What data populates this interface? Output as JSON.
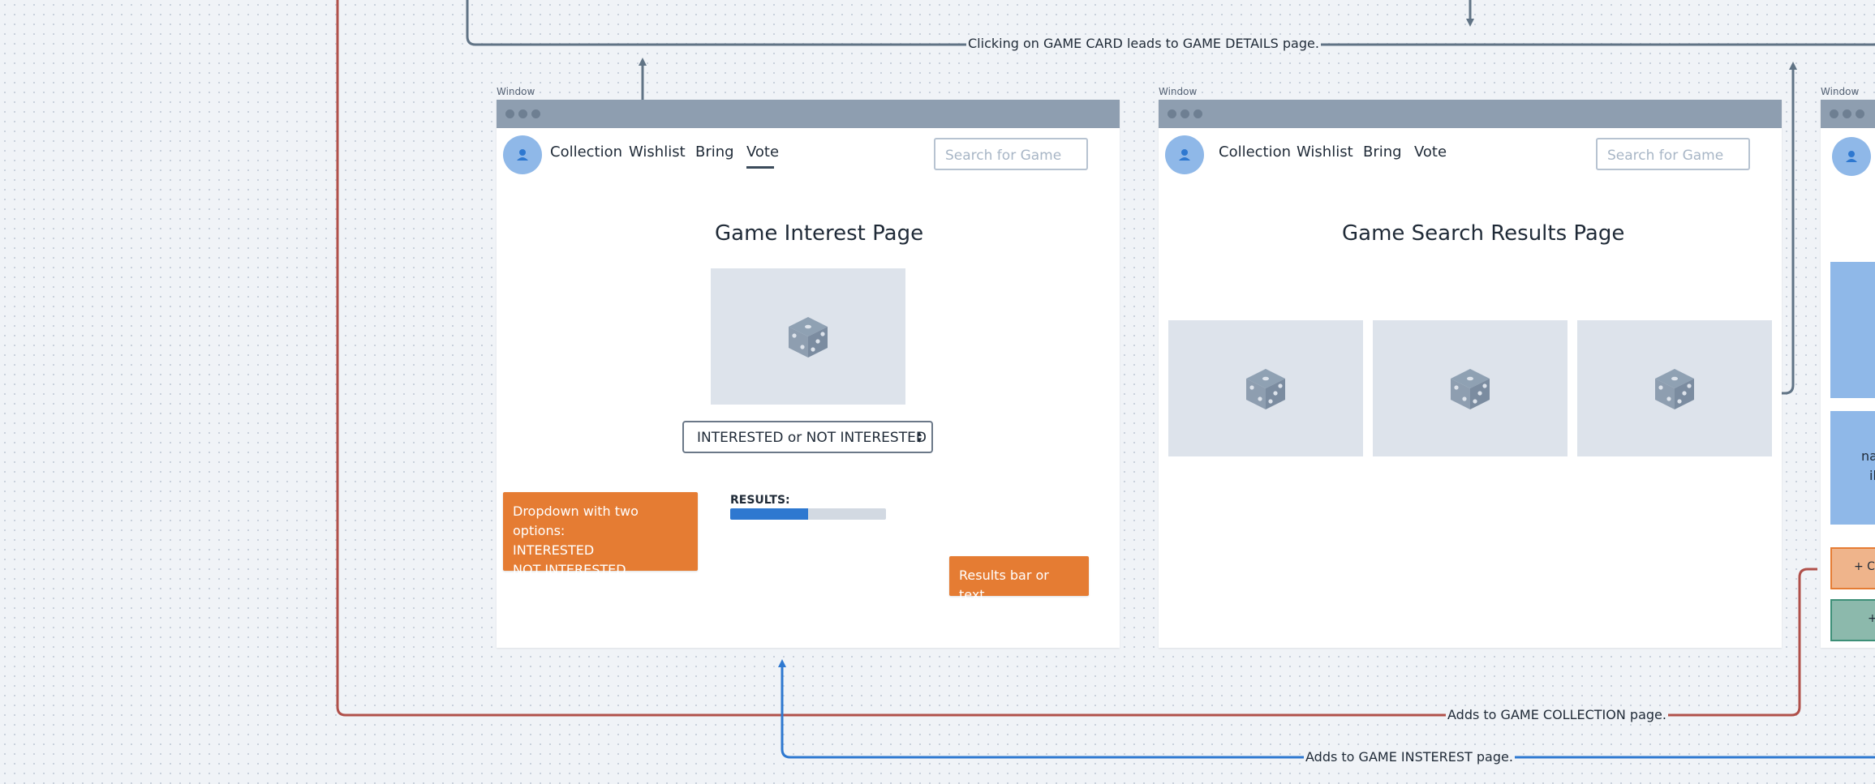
{
  "window_label": "Window",
  "nav": {
    "collection": "Collection",
    "wishlist": "Wishlist",
    "bring": "Bring",
    "vote": "Vote",
    "search_placeholder": "Search for Game"
  },
  "interest_page": {
    "title": "Game Interest Page",
    "dropdown_value": "INTERESTED or NOT INTERESTED",
    "results_label": "RESULTS:",
    "results_fraction": 0.5
  },
  "search_results_page": {
    "title": "Game Search Results Page"
  },
  "notes": {
    "dropdown_line1": "Dropdown with two options:",
    "dropdown_line2": "INTERESTED",
    "dropdown_line3": "NOT INTERESTED",
    "results": "Results bar or text."
  },
  "flow_labels": {
    "game_card": "Clicking on GAME CARD leads to GAME DETAILS page.",
    "collection": "Adds to GAME COLLECTION page.",
    "interest": "Adds to GAME INSTEREST page."
  },
  "partial_window": {
    "text1": "na",
    "text2": "il",
    "btn_orange": "+ Co",
    "btn_green": "+"
  },
  "colors": {
    "connector_gray": "#607385",
    "connector_red": "#b0504a",
    "connector_blue": "#2e78d0",
    "note_orange": "#e57c33",
    "titlebar": "#8e9eb0"
  },
  "icons": [
    "user-icon",
    "dice-icon",
    "chevron-updown-icon"
  ]
}
